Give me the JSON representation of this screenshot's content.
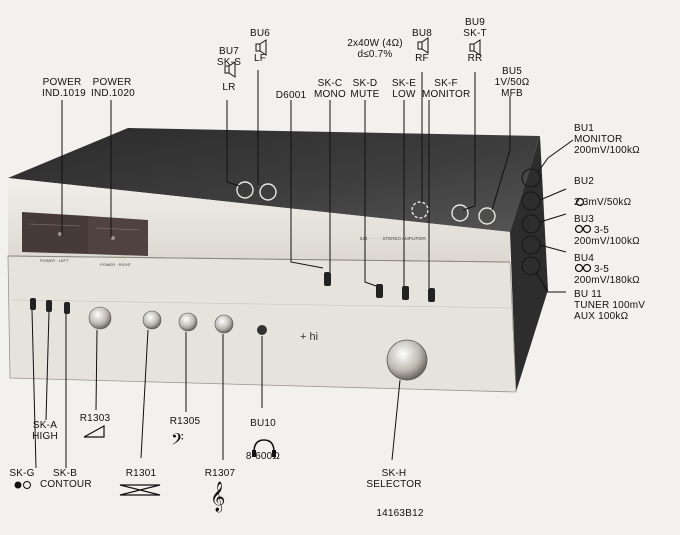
{
  "labels": {
    "power1019": [
      "POWER",
      "IND.1019"
    ],
    "power1020": [
      "POWER",
      "IND.1020"
    ],
    "bu7": [
      "BU7",
      "SK-S",
      "LR"
    ],
    "bu6": [
      "BU6",
      "LF"
    ],
    "d6001": "D6001",
    "skc": [
      "SK-C",
      "MONO"
    ],
    "skd": [
      "SK-D",
      "MUTE"
    ],
    "power_spec": [
      "2x40W (4Ω)",
      "d≤0.7%"
    ],
    "bu8": [
      "BU8",
      "RF"
    ],
    "ske": [
      "SK-E",
      "LOW"
    ],
    "skf": [
      "SK-F",
      "MONITOR"
    ],
    "bu9": [
      "BU9",
      "SK-T",
      "RR"
    ],
    "bu5": [
      "BU5",
      "1V/50Ω",
      "MFB"
    ],
    "bu1": [
      "BU1",
      "MONITOR",
      "200mV/100kΩ"
    ],
    "bu2": [
      "BU2",
      "2,3mV/50kΩ"
    ],
    "bu3": [
      "BU3",
      "3-5",
      "200mV/100kΩ"
    ],
    "bu4": [
      "BU4",
      "3-5",
      "200mV/180kΩ"
    ],
    "bu11": [
      "BU 11",
      "TUNER 100mV",
      "AUX 100kΩ"
    ],
    "ska": [
      "SK-A",
      "HIGH"
    ],
    "r1303": "R1303",
    "r1305": "R1305",
    "bu10": [
      "BU10",
      "8-600Ω"
    ],
    "skg": "SK-G",
    "skb": [
      "SK-B",
      "CONTOUR"
    ],
    "r1301": "R1301",
    "r1307": "R1307",
    "skh": [
      "SK-H",
      "SELECTOR"
    ],
    "figure_code": "14163B12"
  },
  "panel_text": {
    "model": "534 · · · · · STEREO AMPLIFIER",
    "meter_left": "POWER · LEFT",
    "meter_right": "POWER · RIGHT",
    "logo": "+ hi"
  },
  "colors": {
    "background": "#f2f1ee",
    "cabinet_top": "#3a3a3a",
    "faceplate": "#e9e6e0",
    "meter_window": "#4a3e3c",
    "ink": "#111111"
  }
}
